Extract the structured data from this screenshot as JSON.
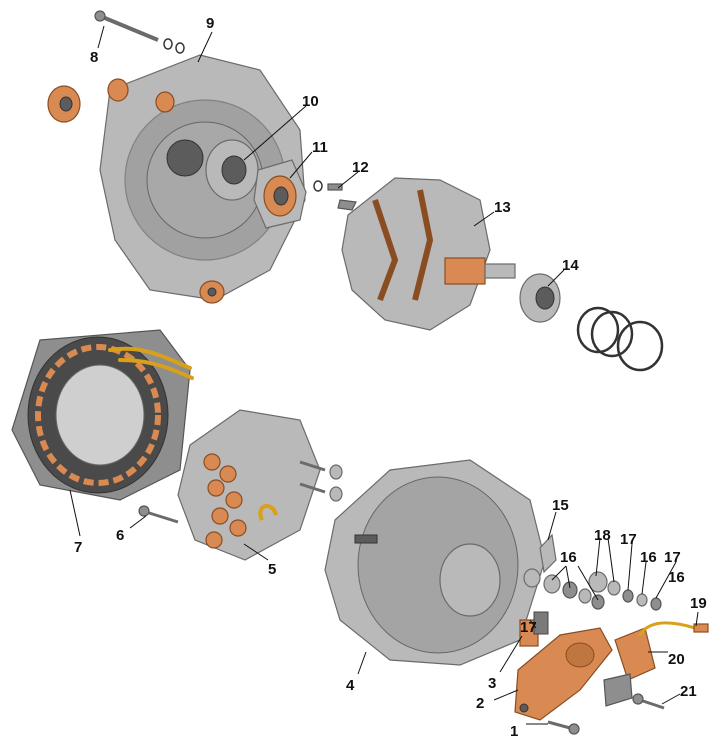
{
  "callouts": [
    {
      "id": "1",
      "text": "1"
    },
    {
      "id": "2",
      "text": "2"
    },
    {
      "id": "3",
      "text": "3"
    },
    {
      "id": "4",
      "text": "4"
    },
    {
      "id": "5",
      "text": "5"
    },
    {
      "id": "6",
      "text": "6"
    },
    {
      "id": "7",
      "text": "7"
    },
    {
      "id": "8",
      "text": "8"
    },
    {
      "id": "9",
      "text": "9"
    },
    {
      "id": "10",
      "text": "10"
    },
    {
      "id": "11",
      "text": "11"
    },
    {
      "id": "12",
      "text": "12"
    },
    {
      "id": "13",
      "text": "13"
    },
    {
      "id": "14",
      "text": "14"
    },
    {
      "id": "15",
      "text": "15"
    },
    {
      "id": "16a",
      "text": "16"
    },
    {
      "id": "16b",
      "text": "16"
    },
    {
      "id": "16c",
      "text": "16"
    },
    {
      "id": "17a",
      "text": "17"
    },
    {
      "id": "17b",
      "text": "17"
    },
    {
      "id": "17c",
      "text": "17"
    },
    {
      "id": "18",
      "text": "18"
    },
    {
      "id": "19",
      "text": "19"
    },
    {
      "id": "20",
      "text": "20"
    },
    {
      "id": "21",
      "text": "21"
    }
  ],
  "colors": {
    "metal": "#b9b9b9",
    "copper": "#d98a52",
    "wire": "#d9a11a",
    "label": "#111111"
  }
}
